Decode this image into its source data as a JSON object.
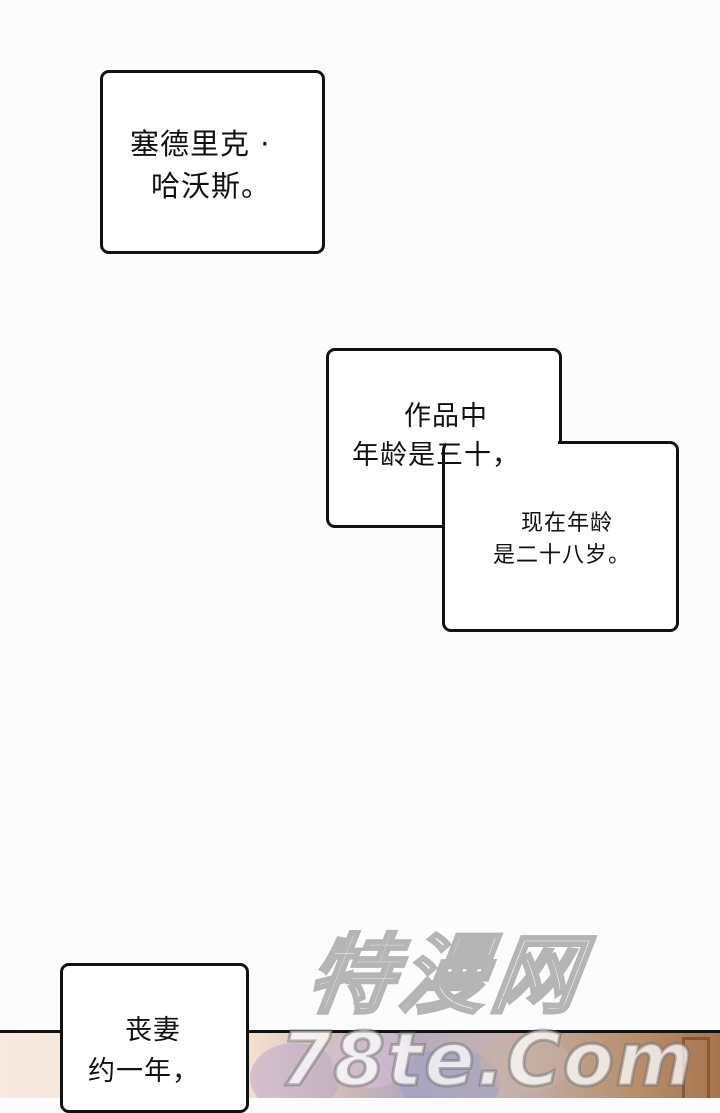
{
  "bubbles": {
    "name_lines": [
      "塞德里克 ·",
      "哈沃斯。"
    ],
    "age_a_lines": [
      "作品中",
      "年龄是三十，"
    ],
    "age_b_lines": [
      "现在年龄",
      "是二十八岁。"
    ],
    "widow_lines": [
      "丧妻",
      "约一年，"
    ]
  },
  "watermark": {
    "main": "特漫网",
    "sub": "78te.Com"
  },
  "colors": {
    "page_background": "#fcfcfc",
    "bubble_fill": "#ffffff",
    "bubble_border": "#111111"
  }
}
